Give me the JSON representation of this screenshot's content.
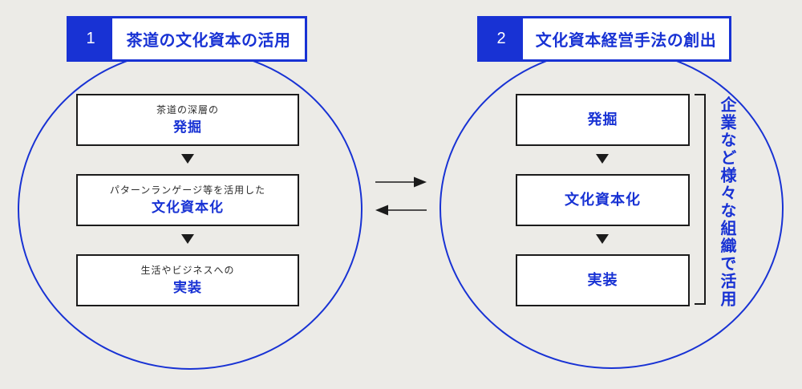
{
  "colors": {
    "blue": "#1832D4",
    "background": "#ECEBE7",
    "box_border": "#1B1B1B",
    "box_background": "#FFFFFF"
  },
  "left_panel": {
    "number": "1",
    "title": "茶道の文化資本の活用",
    "steps": [
      {
        "sub": "茶道の深層の",
        "main": "発掘"
      },
      {
        "sub": "パターンランゲージ等を活用した",
        "main": "文化資本化"
      },
      {
        "sub": "生活やビジネスへの",
        "main": "実装"
      }
    ]
  },
  "right_panel": {
    "number": "2",
    "title": "文化資本経営手法の創出",
    "steps": [
      {
        "main": "発掘"
      },
      {
        "main": "文化資本化"
      },
      {
        "main": "実装"
      }
    ],
    "side_note": "企業など様々な組織で活用"
  },
  "icons": {
    "down_arrow": "▼",
    "right_arrow": "→",
    "left_arrow": "←"
  }
}
